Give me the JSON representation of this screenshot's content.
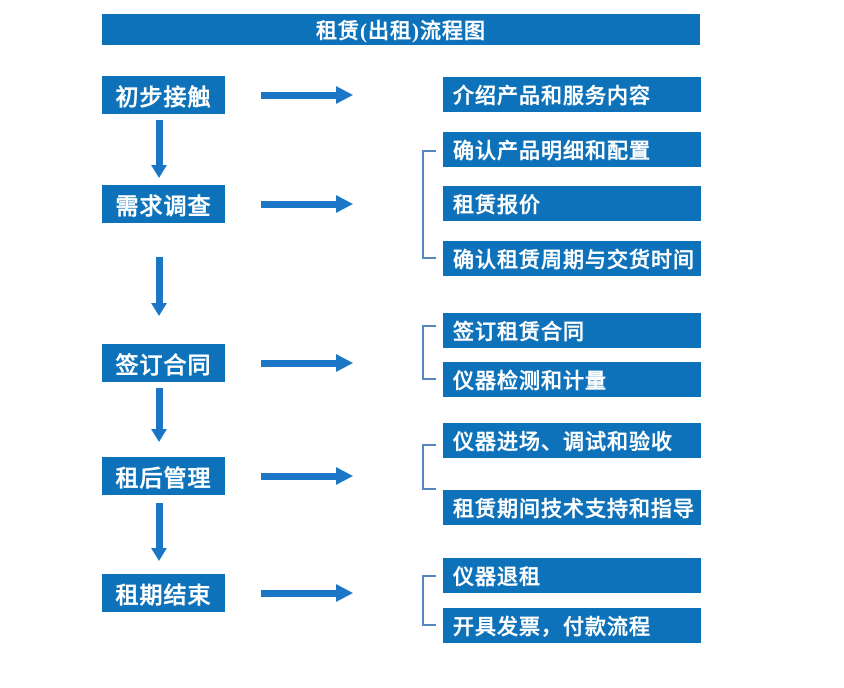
{
  "title": "租赁(出租)流程图",
  "colors": {
    "box_blue": "#0D72BA",
    "arrow_blue": "#1B76C6",
    "bracket_blue": "#5A86C0",
    "text_white": "#FFFFFF",
    "background": "#FFFFFF"
  },
  "stages": [
    {
      "label": "初步接触",
      "outputs": [
        "介绍产品和服务内容"
      ]
    },
    {
      "label": "需求调查",
      "outputs": [
        "确认产品明细和配置",
        "租赁报价",
        "确认租赁周期与交货时间"
      ]
    },
    {
      "label": "签订合同",
      "outputs": [
        "签订租赁合同",
        "仪器检测和计量"
      ]
    },
    {
      "label": "租后管理",
      "outputs": [
        "仪器进场、调试和验收",
        "租赁期间技术支持和指导"
      ]
    },
    {
      "label": "租期结束",
      "outputs": [
        "仪器退租",
        "开具发票，付款流程"
      ]
    }
  ]
}
